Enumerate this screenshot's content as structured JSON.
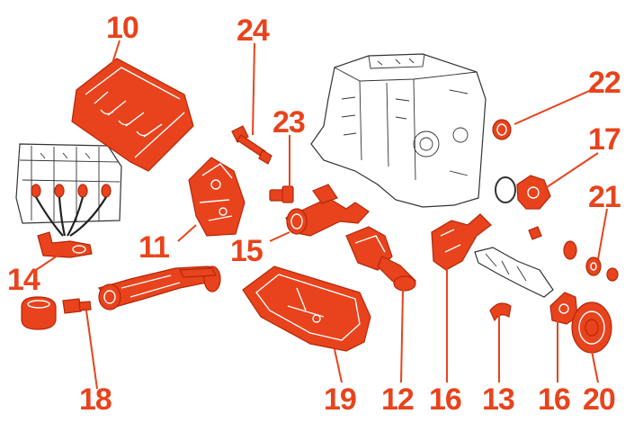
{
  "colors": {
    "accent": "#e8431c",
    "outline": "#b3280a",
    "line": "#222222",
    "block_outline": "#333333",
    "background": "#ffffff"
  },
  "callouts": [
    {
      "id": "10",
      "label": "10",
      "part": "upper-crankcase-icon"
    },
    {
      "id": "24",
      "label": "24",
      "part": "bolt-icon"
    },
    {
      "id": "23",
      "label": "23",
      "part": "plug-icon"
    },
    {
      "id": "22",
      "label": "22",
      "part": "sleeve-icon"
    },
    {
      "id": "17",
      "label": "17",
      "part": "water-pump-icon"
    },
    {
      "id": "21",
      "label": "21",
      "part": "seal-ring-icon"
    },
    {
      "id": "11",
      "label": "11",
      "part": "bracket-icon"
    },
    {
      "id": "15",
      "label": "15",
      "part": "water-outlet-icon"
    },
    {
      "id": "14",
      "label": "14",
      "part": "bearing-cap-icon"
    },
    {
      "id": "18",
      "label": "18",
      "part": "oil-filter-icon"
    },
    {
      "id": "19",
      "label": "19",
      "part": "oil-pan-icon"
    },
    {
      "id": "12",
      "label": "12",
      "part": "oil-pump-icon"
    },
    {
      "id": "16a",
      "label": "16",
      "part": "timing-cover-icon"
    },
    {
      "id": "13",
      "label": "13",
      "part": "bearing-shell-icon"
    },
    {
      "id": "16b",
      "label": "16",
      "part": "seal-housing-icon"
    },
    {
      "id": "20",
      "label": "20",
      "part": "pulley-icon"
    }
  ]
}
